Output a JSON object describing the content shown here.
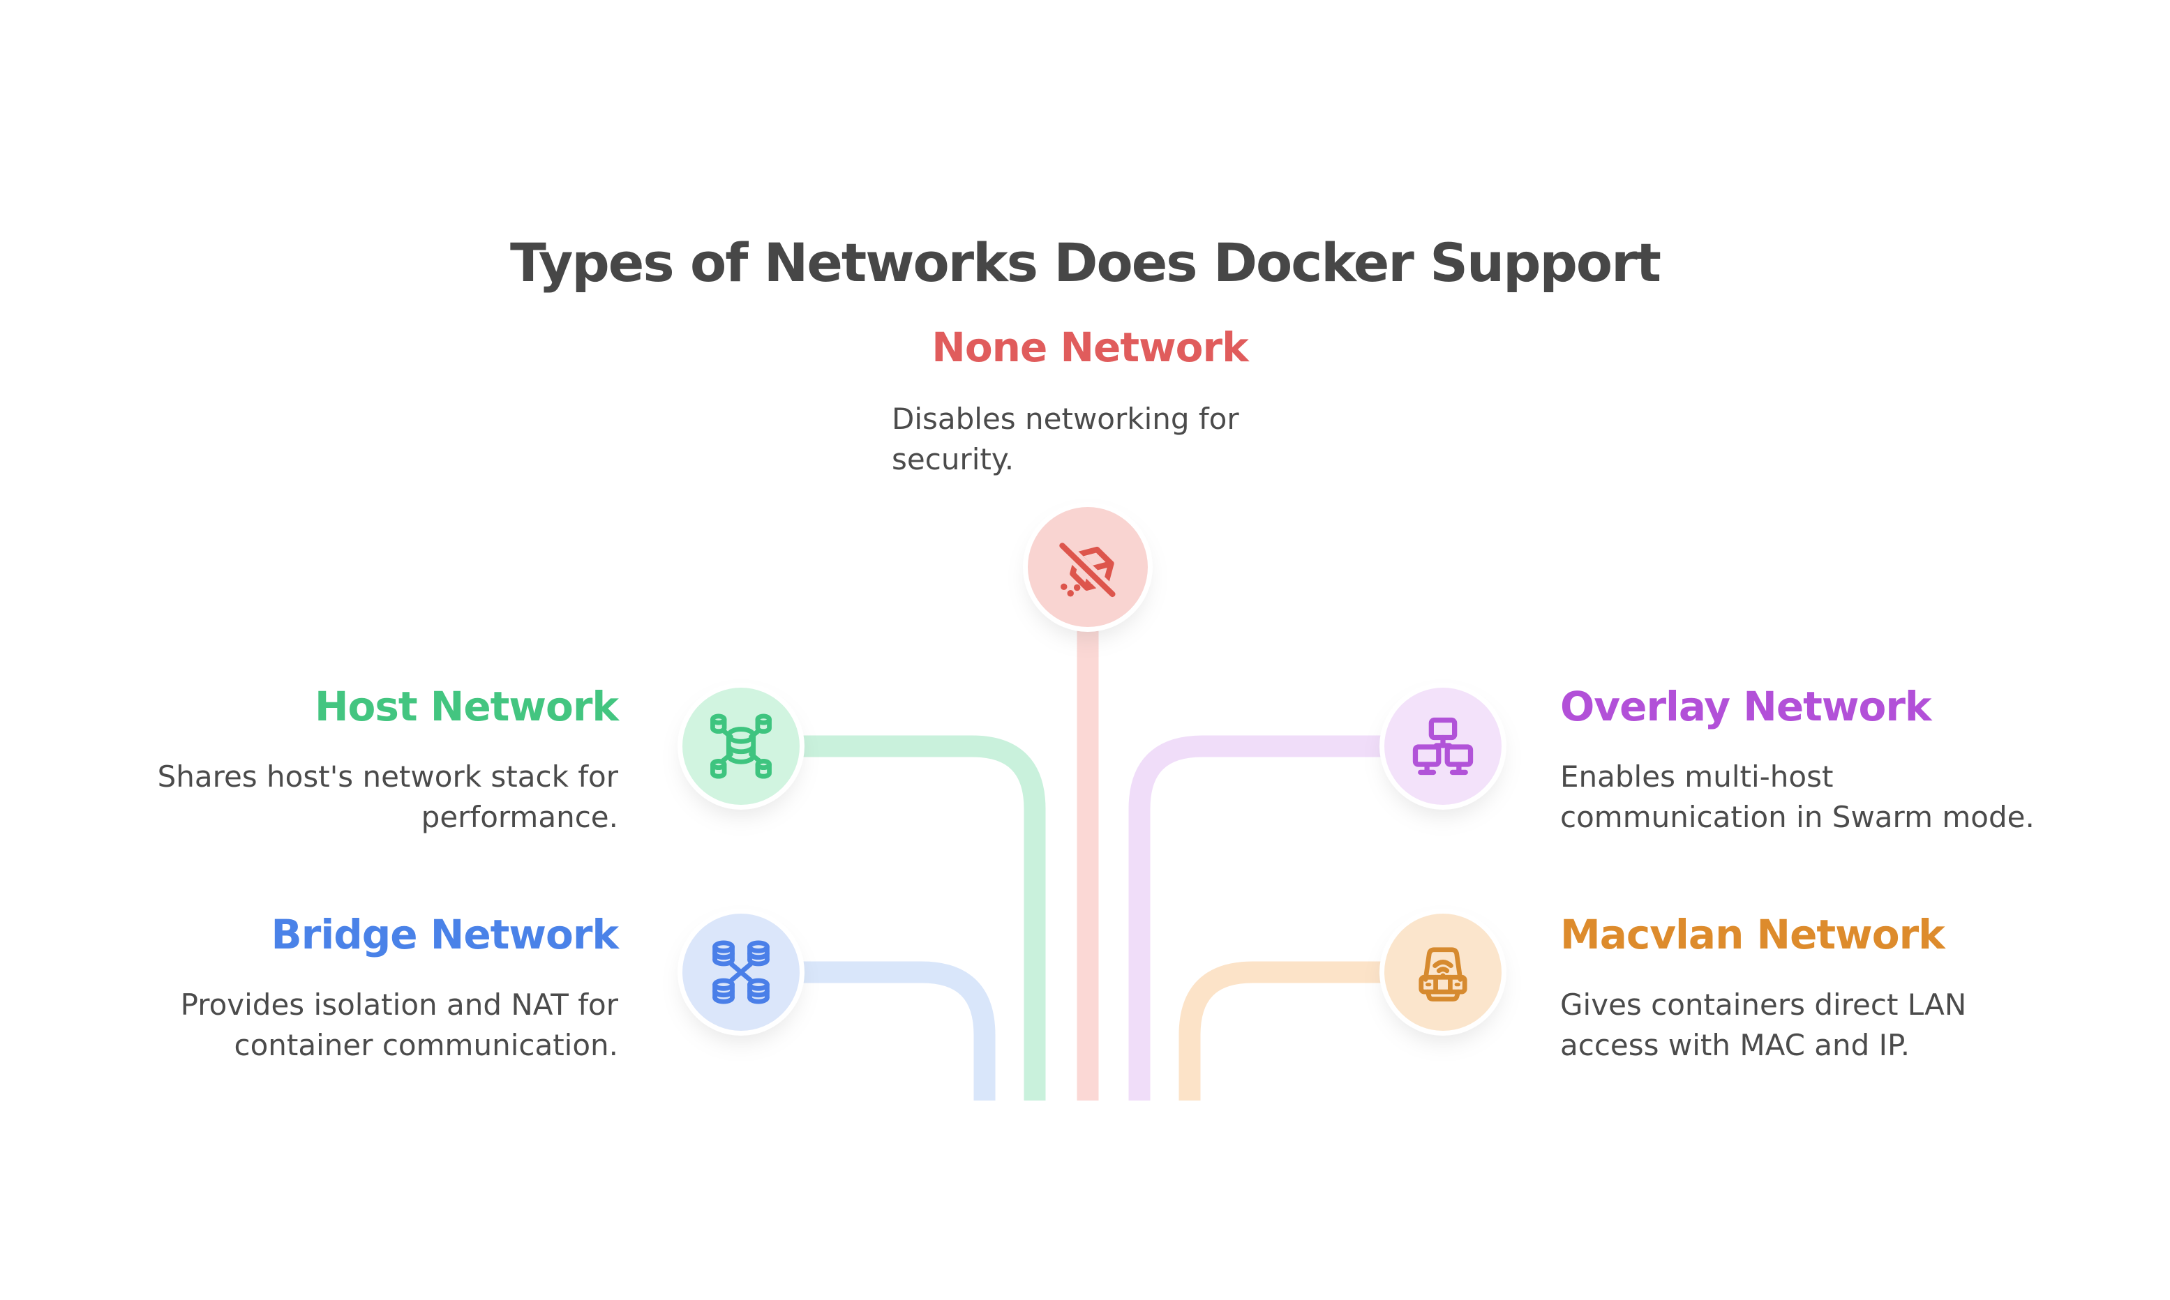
{
  "title": "Types of Networks Does Docker Support",
  "text_color": "#4b4b4b",
  "background": "#ffffff",
  "nodes": {
    "none": {
      "heading": "None Network",
      "desc_line1": "Disables networking for",
      "desc_line2": "security.",
      "heading_color": "#e05c5c",
      "icon": "no-network-box-icon",
      "icon_color": "#dd554c",
      "circle_fill": "#f9d4d1",
      "line_color": "#fbd8d5"
    },
    "host": {
      "heading": "Host Network",
      "desc_line1": "Shares host's network stack for",
      "desc_line2": "performance.",
      "heading_color": "#43c580",
      "icon": "database-cluster-icon",
      "icon_color": "#3ec47f",
      "circle_fill": "#d1f4e0",
      "line_color": "#c9f1dc"
    },
    "bridge": {
      "heading": "Bridge Network",
      "desc_line1": "Provides isolation and NAT for",
      "desc_line2": "container communication.",
      "heading_color": "#4a82e8",
      "icon": "linked-databases-icon",
      "icon_color": "#4a7fe8",
      "circle_fill": "#dbe6fa",
      "line_color": "#d9e6fa"
    },
    "overlay": {
      "heading": "Overlay Network",
      "desc_line1": "Enables multi-host",
      "desc_line2": "communication in Swarm mode.",
      "heading_color": "#b250d8",
      "icon": "monitors-network-icon",
      "icon_color": "#b153d8",
      "circle_fill": "#f3e2fa",
      "line_color": "#f0ddf9"
    },
    "macvlan": {
      "heading": "Macvlan Network",
      "desc_line1": "Gives containers direct LAN",
      "desc_line2": "access with MAC and IP.",
      "heading_color": "#dd8b2c",
      "icon": "router-wifi-icon",
      "icon_color": "#d68a2f",
      "circle_fill": "#fbe5cc",
      "line_color": "#fce3c8"
    }
  }
}
